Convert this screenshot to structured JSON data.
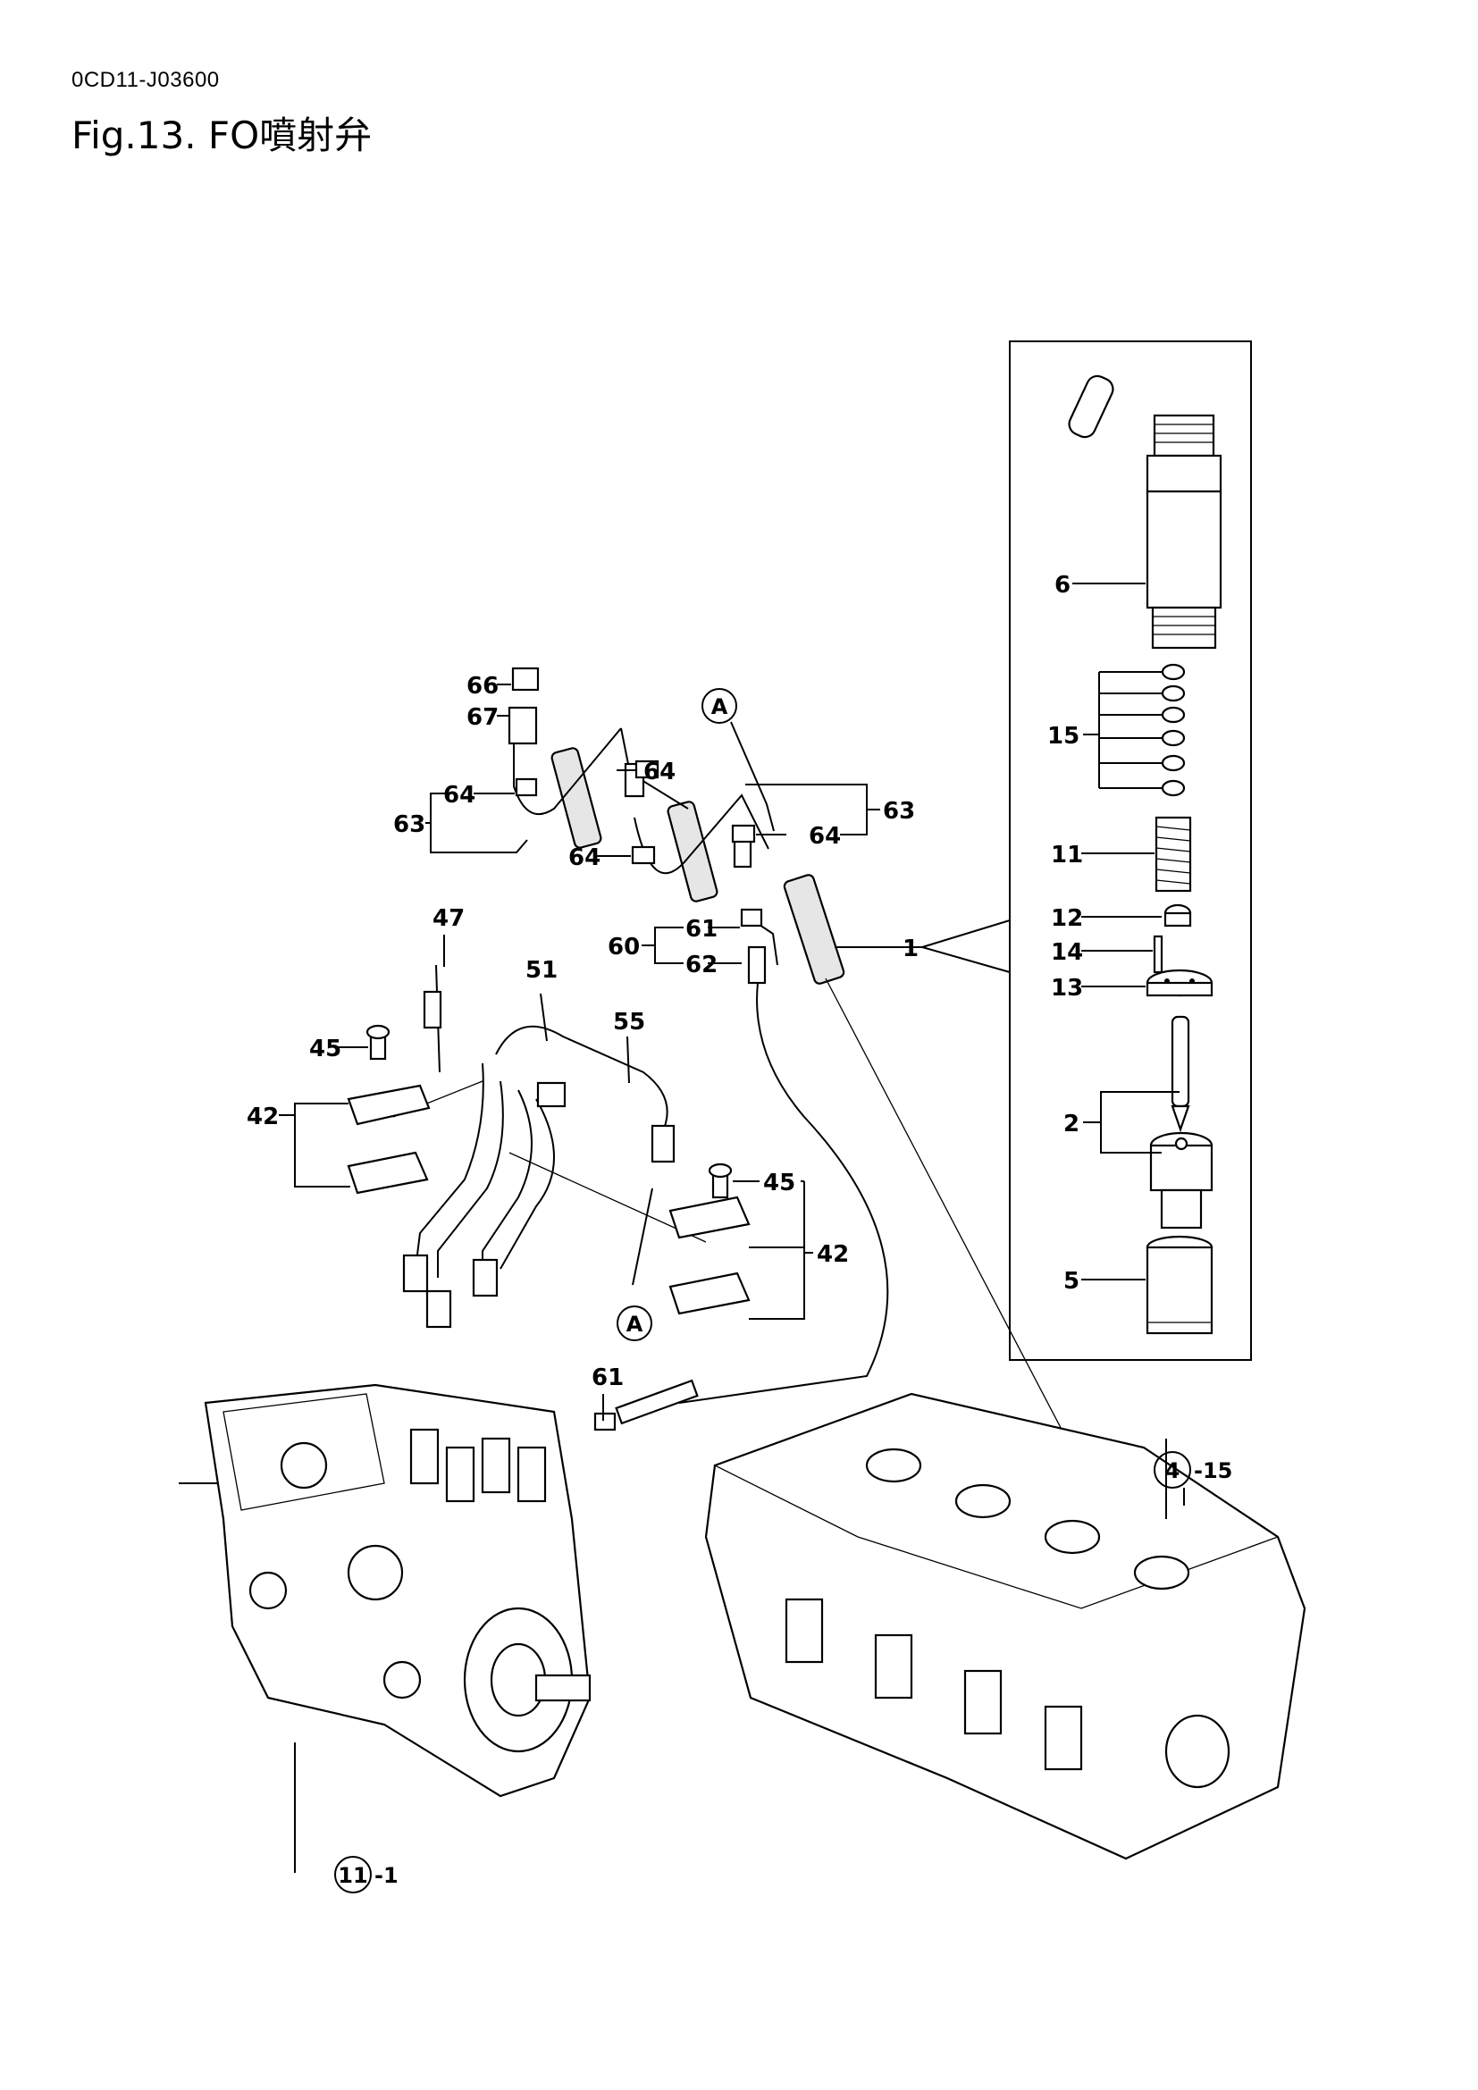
{
  "header": {
    "doc_code": "0CD11-J03600",
    "fig_title": "Fig.13.  FO噴射弁"
  },
  "callouts": {
    "c1": "1",
    "c2": "2",
    "c5": "5",
    "c6": "6",
    "c11": "11",
    "c12": "12",
    "c13": "13",
    "c14": "14",
    "c15": "15",
    "c42a": "42",
    "c42b": "42",
    "c45a": "45",
    "c45b": "45",
    "c47": "47",
    "c51": "51",
    "c55": "55",
    "c60": "60",
    "c61a": "61",
    "c61b": "61",
    "c62": "62",
    "c63a": "63",
    "c63b": "63",
    "c64a": "64",
    "c64b": "64",
    "c64c": "64",
    "c64d": "64",
    "c66": "66",
    "c67": "67"
  },
  "circle_refs": {
    "a_top": "A",
    "a_bottom": "A",
    "cyl_head_num": "4",
    "cyl_head_suffix": "-15",
    "pump_num": "11",
    "pump_suffix": "-1"
  }
}
